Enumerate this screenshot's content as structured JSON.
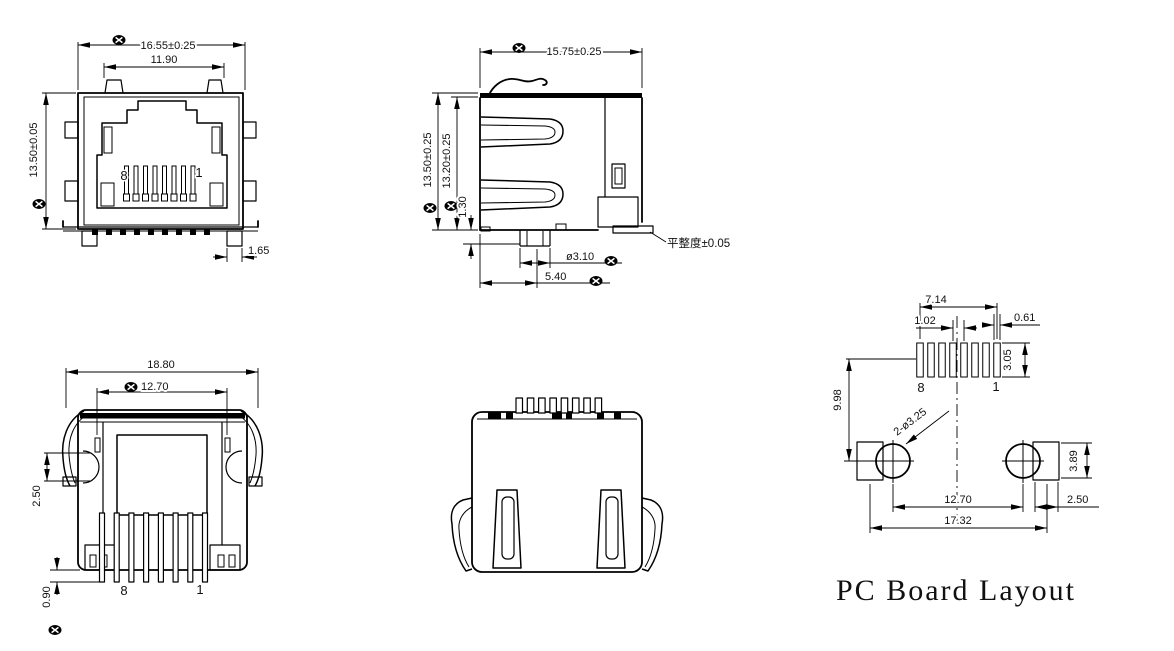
{
  "front": {
    "width": "16.55±0.25",
    "inner_width": "11.90",
    "height": "13.50±0.05",
    "foot": "1.65",
    "pin_left": "8",
    "pin_right": "1"
  },
  "side": {
    "width": "15.75±0.25",
    "height": "13.50±0.25",
    "inner_height": "13.20±0.25",
    "standoff": "1.30",
    "post_dia": "ø3.10",
    "post_offset": "5.40",
    "flatness": "平整度±0.05"
  },
  "rear": {
    "width": "18.80",
    "tab_span": "12.70",
    "latch": "2.50",
    "pin_protrusion": "0.90",
    "pin_left": "8",
    "pin_right": "1"
  },
  "pcb": {
    "pad_span": "7.14",
    "pad_pitch": "1.02",
    "pad_width": "0.61",
    "pad_length": "3.05",
    "pad_to_hole": "9.98",
    "holes": "2-ø3.25",
    "pad_sq": "3.89",
    "hole_span": "12.70",
    "sq_width": "2.50",
    "overall": "17.32",
    "pin_left": "8",
    "pin_right": "1",
    "title": "PC Board Layout"
  }
}
